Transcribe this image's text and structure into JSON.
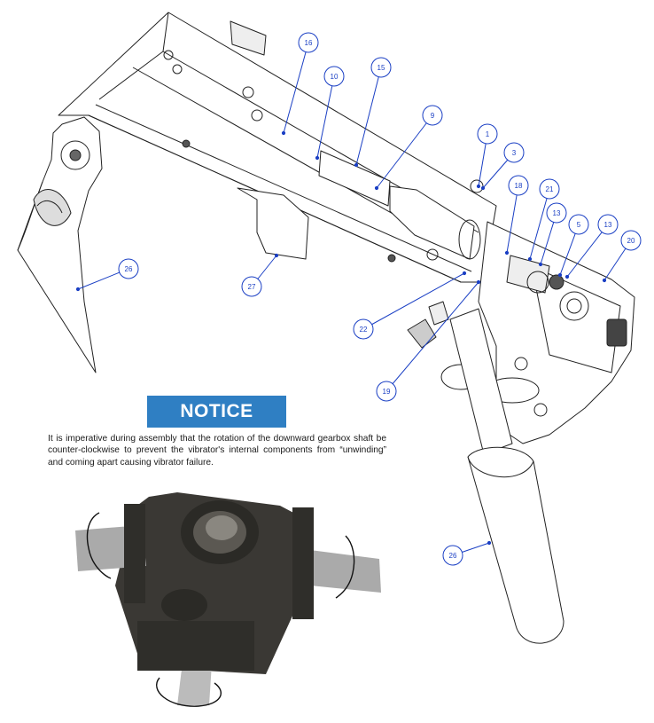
{
  "callouts": [
    {
      "label": "16"
    },
    {
      "label": "10"
    },
    {
      "label": "15"
    },
    {
      "label": "9"
    },
    {
      "label": "1"
    },
    {
      "label": "3"
    },
    {
      "label": "18"
    },
    {
      "label": "21"
    },
    {
      "label": "13"
    },
    {
      "label": "5"
    },
    {
      "label": "13"
    },
    {
      "label": "20"
    },
    {
      "label": "26"
    },
    {
      "label": "27"
    },
    {
      "label": "22"
    },
    {
      "label": "19"
    },
    {
      "label": "26"
    }
  ],
  "notice": {
    "title": "NOTICE",
    "text": "It is imperative during assembly that the rotation of the downward gearbox shaft be counter-clockwise to prevent the vibrator's internal components from “unwinding” and coming apart causing vibrator failure."
  },
  "colors": {
    "callout": "#1a3fc4",
    "notice_banner": "#2f7fc3",
    "gearbox": "#3a3834"
  }
}
